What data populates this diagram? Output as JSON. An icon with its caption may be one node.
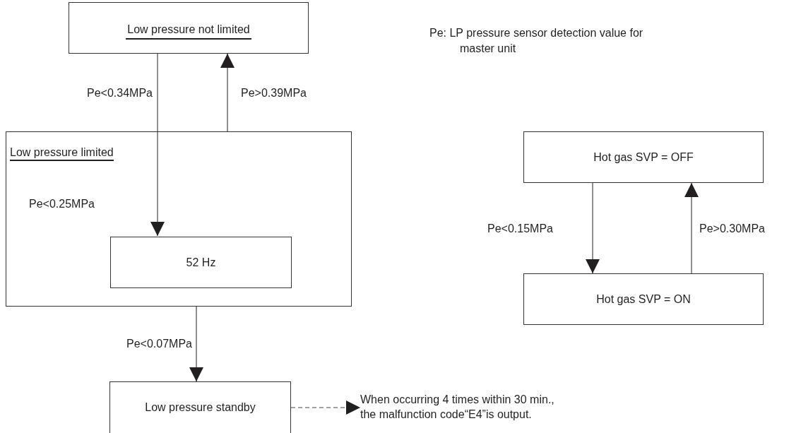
{
  "diagram": {
    "nodes": [
      {
        "text": [
          "Low pressure not limited"
        ]
      },
      {
        "text": [
          "Low pressure limited"
        ]
      },
      {
        "text": [
          "52 Hz"
        ],
        "in": 1
      },
      {
        "text": [
          "Low pressure standby"
        ]
      },
      {
        "text": [
          "When occurring 4 times within 30 min., the malfunction code“E4”is output."
        ]
      },
      {
        "text": [
          "Hot gas SVP = OFF"
        ]
      },
      {
        "text": [
          "Hot gas SVP = ON"
        ]
      }
    ],
    "edges": [
      {
        "from": 0,
        "to": 2,
        "arrow": "to",
        "label": "Pe<0.34MPa"
      },
      {
        "from": 1,
        "to": 0,
        "arrow": "to",
        "label": "Pe>0.39MPa"
      },
      {
        "from": 1,
        "to": 3,
        "arrow": "to",
        "label": "Pe<0.07MPa"
      },
      {
        "from": 3,
        "to": 4,
        "arrow": "to",
        "style": "dashed"
      },
      {
        "from": 5,
        "to": 6,
        "arrow": "to",
        "label": "Pe<0.15MPa"
      },
      {
        "from": 6,
        "to": 5,
        "arrow": "to",
        "label": "Pe>0.30MPa"
      }
    ],
    "labels": [
      "Pe: LP pressure sensor detection value for master unit",
      "Pe<0.25MPa"
    ]
  }
}
